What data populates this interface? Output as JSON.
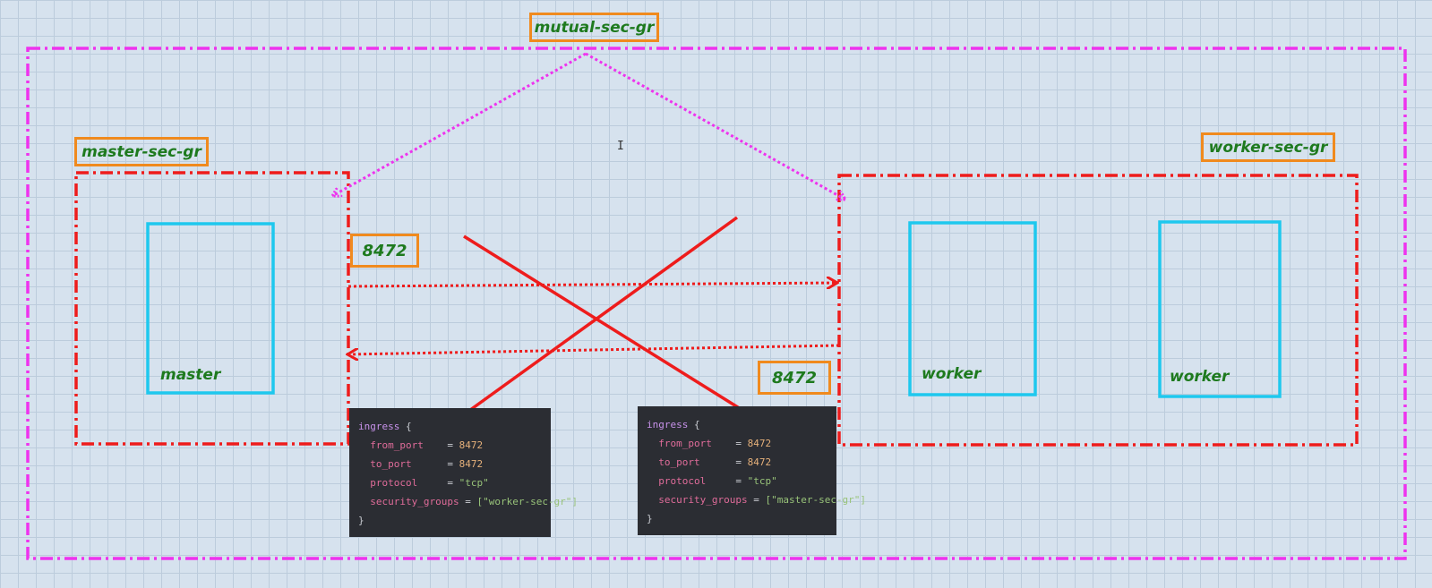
{
  "colors": {
    "mutual_boundary": "#ee33ee",
    "group_boundary": "#ee1c1c",
    "node_box": "#1ec8ee",
    "tag_border": "#f08a1e",
    "tag_text": "#1e7a1e",
    "code_bg": "#2b2d33"
  },
  "tags": {
    "mutual": "mutual-sec-gr",
    "master_group": "master-sec-gr",
    "worker_group": "worker-sec-gr",
    "port_top": "8472",
    "port_bottom": "8472"
  },
  "nodes": {
    "master": "master",
    "worker_1": "worker",
    "worker_2": "worker"
  },
  "code_left": {
    "block": "ingress",
    "open": "{",
    "close": "}",
    "from_port_key": "from_port",
    "from_port_val": "8472",
    "to_port_key": "to_port",
    "to_port_val": "8472",
    "protocol_key": "protocol",
    "protocol_val": "\"tcp\"",
    "sg_key": "security_groups",
    "sg_val": "[\"worker-sec-gr\"]"
  },
  "code_right": {
    "block": "ingress",
    "open": "{",
    "close": "}",
    "from_port_key": "from_port",
    "from_port_val": "8472",
    "to_port_key": "to_port",
    "to_port_val": "8472",
    "protocol_key": "protocol",
    "protocol_val": "\"tcp\"",
    "sg_key": "security_groups",
    "sg_val": "[\"master-sec-gr\"]"
  },
  "cursor_glyph": "I"
}
